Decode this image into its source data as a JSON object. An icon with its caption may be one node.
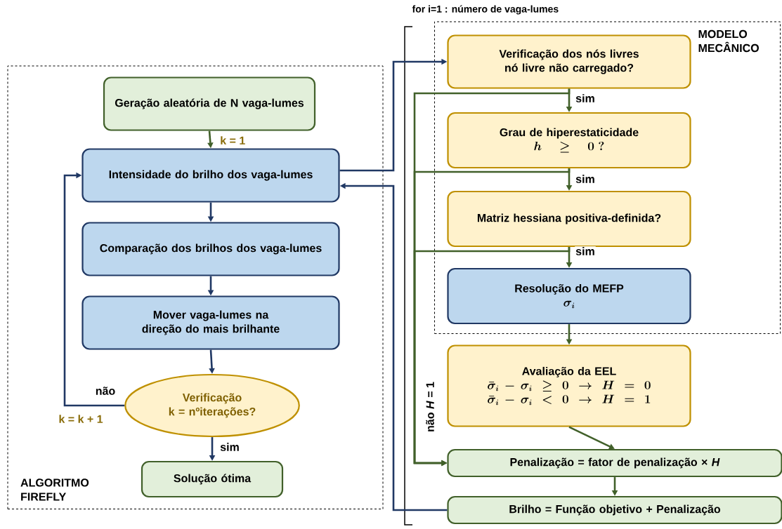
{
  "diagram": {
    "nodes": [
      {
        "text": [
          "ALGORITMO FIREFLY"
        ]
      },
      {
        "text": [
          "Geração aleatória de N vaga-lumes"
        ],
        "in": 0
      },
      {
        "text": [
          "Intensidade do brilho dos vaga-lumes"
        ],
        "in": 0
      },
      {
        "text": [
          "Comparação dos brilhos dos vaga-lumes"
        ],
        "in": 0
      },
      {
        "text": [
          "Mover vaga-lumes na direção do mais brilhante"
        ],
        "in": 0
      },
      {
        "text": [
          "Verificação",
          "k = nºiterações?"
        ],
        "in": 0
      },
      {
        "text": [
          "Solução ótima"
        ],
        "in": 0
      },
      {
        "text": [
          "MODELO MECÂNICO"
        ]
      },
      {
        "text": [
          "Verificação dos nós livres nó livre não carregado?"
        ],
        "in": 7
      },
      {
        "text": [
          "Grau de hiperestaticidade",
          "h \\geq 0\\ ?"
        ],
        "in": 7
      },
      {
        "text": [
          "Matriz hessiana positiva-definida?"
        ],
        "in": 7
      },
      {
        "text": [
          "Resolução do MEFP",
          "\\sigma_i"
        ],
        "in": 7
      },
      {
        "text": [
          "Avaliação da EEL",
          "\\bar{\\sigma}_i - \\sigma_i \\geq 0 \\rightarrow H = 0",
          "\\bar{\\sigma}_i - \\sigma_i < 0 \\rightarrow H = 1"
        ]
      },
      {
        "text": [
          "Penalização = fator de penalização × *H*"
        ]
      },
      {
        "text": [
          "Brilho = Função objetivo + Penalização"
        ]
      }
    ],
    "edges": [
      {
        "from": 1,
        "to": 2,
        "arrow": "to",
        "label": "k =  1"
      },
      {
        "from": 2,
        "to": 3,
        "arrow": "to",
        "color": "#203864"
      },
      {
        "from": 3,
        "to": 4,
        "arrow": "to",
        "color": "#203864"
      },
      {
        "from": 4,
        "to": 5,
        "arrow": "to",
        "color": "#203864"
      },
      {
        "from": 5,
        "to": 6,
        "arrow": "to",
        "color": "#203864",
        "label": "sim"
      },
      {
        "from": 5,
        "to": 2,
        "arrow": "to",
        "color": "#203864",
        "label": "não"
      },
      {
        "from": 2,
        "to": 8,
        "arrow": "to",
        "color": "#203864"
      },
      {
        "from": 8,
        "to": 9,
        "arrow": "to",
        "label": "sim"
      },
      {
        "from": 9,
        "to": 10,
        "arrow": "to",
        "label": "sim"
      },
      {
        "from": 10,
        "to": 11,
        "arrow": "to",
        "label": "sim"
      },
      {
        "from": 11,
        "to": 12,
        "arrow": "to"
      },
      {
        "from": 12,
        "to": 13,
        "arrow": "to"
      },
      {
        "from": 13,
        "to": 14,
        "arrow": "to"
      },
      {
        "from": 8,
        "to": 13,
        "arrow": "to",
        "label": "não *H* = 1"
      },
      {
        "from": 9,
        "to": 13,
        "arrow": "to"
      },
      {
        "from": 10,
        "to": 13,
        "arrow": "to"
      },
      {
        "from": 14,
        "to": 2,
        "arrow": "to",
        "color": "#203864"
      }
    ],
    "labels": [
      "for  i=1 : número de vaga-lumes",
      "k = k + 1"
    ]
  }
}
